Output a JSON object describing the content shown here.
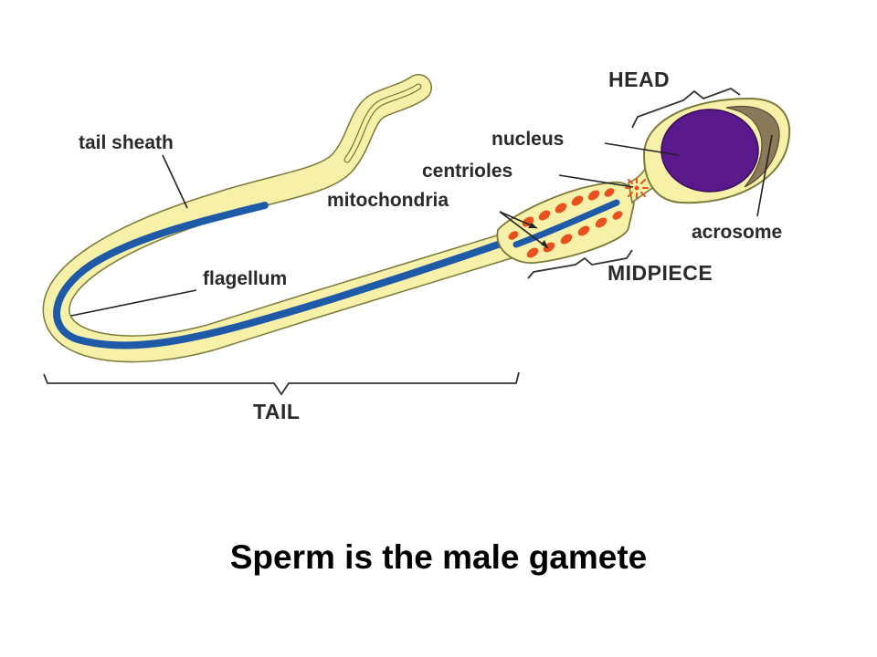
{
  "diagram": {
    "labels": {
      "head": "HEAD",
      "tail_sheath": "tail sheath",
      "nucleus": "nucleus",
      "centrioles": "centrioles",
      "mitochondria": "mitochondria",
      "acrosome": "acrosome",
      "flagellum": "flagellum",
      "midpiece": "MIDPIECE",
      "tail": "TAIL"
    },
    "colors": {
      "sheath": "#f7f0a8",
      "sheath_outline": "#7a7a3a",
      "flagellum": "#1e5aa8",
      "nucleus": "#5a1a8c",
      "acrosome": "#8a7a5a",
      "mitochondria": "#e8501e"
    }
  },
  "caption": "Sperm is the male gamete"
}
